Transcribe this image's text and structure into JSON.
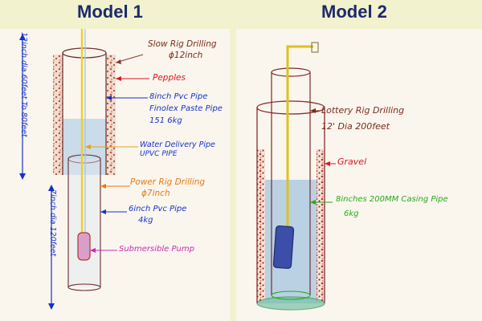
{
  "titles": {
    "model1": "Model 1",
    "model2": "Model 2"
  },
  "colors": {
    "background": "#f2f2ce",
    "title": "#1c2a6b",
    "label_brown": "#7a2a1a",
    "label_red": "#e0141e",
    "label_blue": "#1531c8",
    "label_orange": "#e87a14",
    "label_magenta": "#c82ab0",
    "label_green": "#2aa81a",
    "water": "#a9c8e0",
    "gravel": "#b8322a",
    "pipe_yellow": "#f0d020"
  },
  "model1": {
    "labels": {
      "slow_rig": "Slow Rig Drilling",
      "slow_rig_dia": "ϕ12inch",
      "pepples": "Pepples",
      "pipe8_line1": "8inch Pvc Pipe",
      "pipe8_line2": "Finolex Paste Pipe",
      "pipe8_line3": "151 6kg",
      "water_line1": "Water Delivery Pipe",
      "water_line2": "UPVC PIPE",
      "power_rig": "Power Rig Drilling",
      "power_rig_dia": "ϕ7inch",
      "pipe6_line1": "6inch Pvc Pipe",
      "pipe6_line2": "4kg",
      "pump": "Submersible Pump"
    },
    "side_labels": {
      "upper": "12inch dia 60feet To 80feet",
      "lower": "7inch dia 120feet"
    }
  },
  "model2": {
    "labels": {
      "lottery_line1": "Lottery Rig Drilling",
      "lottery_line2": "12' Dia 200feet",
      "gravel": "Gravel",
      "casing_line1": "8inches 200MM Casing Pipe",
      "casing_line2": "6kg"
    }
  }
}
